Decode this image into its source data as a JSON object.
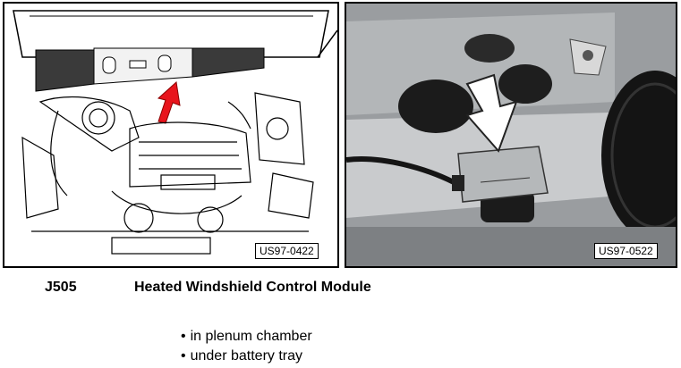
{
  "figures": {
    "left": {
      "code": "US97-0422",
      "image": "engine-bay-line-drawing"
    },
    "right": {
      "code": "US97-0522",
      "image": "control-module-photo"
    }
  },
  "caption": {
    "id": "J505",
    "name": "Heated Windshield Control Module"
  },
  "locations": [
    "in plenum chamber",
    "under battery tray"
  ],
  "colors": {
    "arrow_red": "#e8141c",
    "photo_bg": "#6b6e70",
    "ink": "#000000"
  }
}
